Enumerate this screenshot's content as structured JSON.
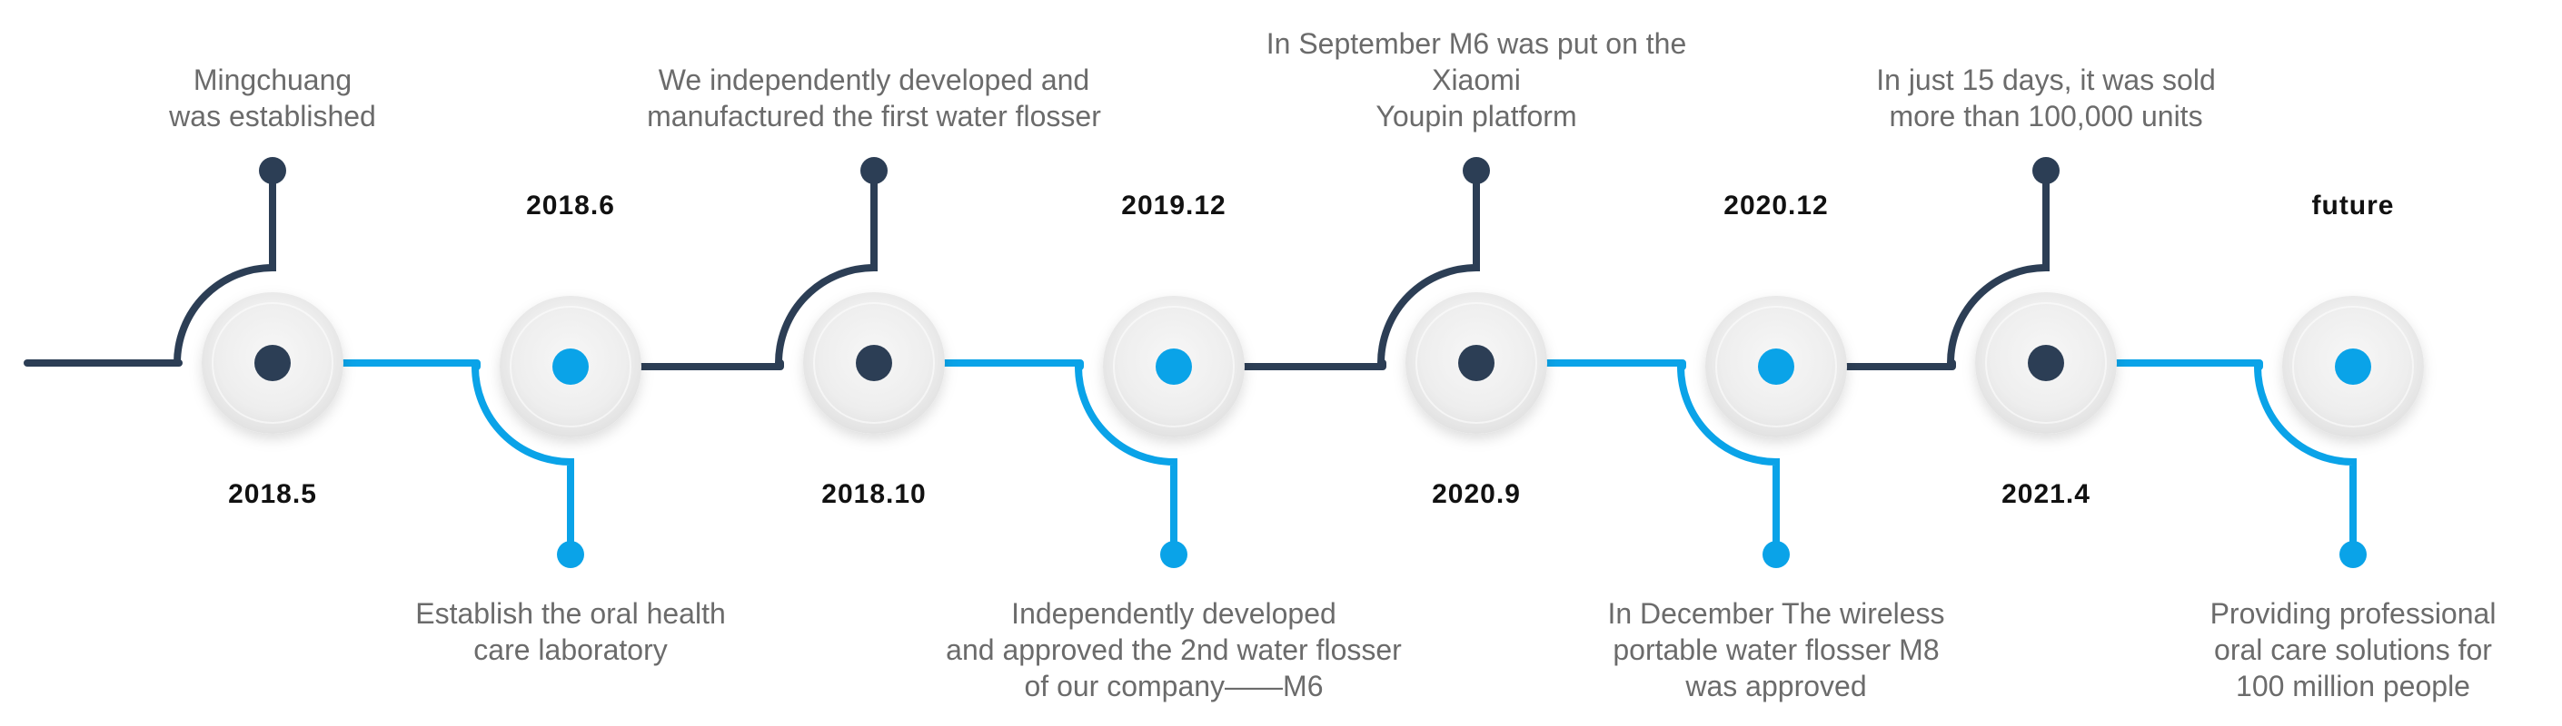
{
  "colors": {
    "dark": "#2c3e55",
    "blue": "#0aa3e8",
    "knob_fill": "#f1f1f1",
    "text": "#6b6b6b",
    "date": "#111111"
  },
  "milestones": [
    {
      "date": "2018.5",
      "lines": [
        "Mingchuang",
        "was established"
      ],
      "color": "dark"
    },
    {
      "date": "2018.6",
      "lines": [
        "Establish the oral health",
        "care laboratory"
      ],
      "color": "blue"
    },
    {
      "date": "2018.10",
      "lines": [
        "We independently developed and",
        "manufactured the first water flosser"
      ],
      "color": "dark"
    },
    {
      "date": "2019.12",
      "lines": [
        "Independently developed",
        "and approved the 2nd water flosser",
        "of our company——M6"
      ],
      "color": "blue"
    },
    {
      "date": "2020.9",
      "lines": [
        "In September  M6 was put on the Xiaomi",
        "Youpin platform"
      ],
      "color": "dark"
    },
    {
      "date": "2020.12",
      "lines": [
        "In December The wireless",
        "portable water flosser M8",
        "was approved"
      ],
      "color": "blue"
    },
    {
      "date": "2021.4",
      "lines": [
        "In just 15 days, it was sold",
        "more than 100,000 units"
      ],
      "color": "dark"
    },
    {
      "date": "future",
      "lines": [
        "Providing professional",
        "oral care solutions for",
        "100 million people"
      ],
      "color": "blue"
    }
  ]
}
